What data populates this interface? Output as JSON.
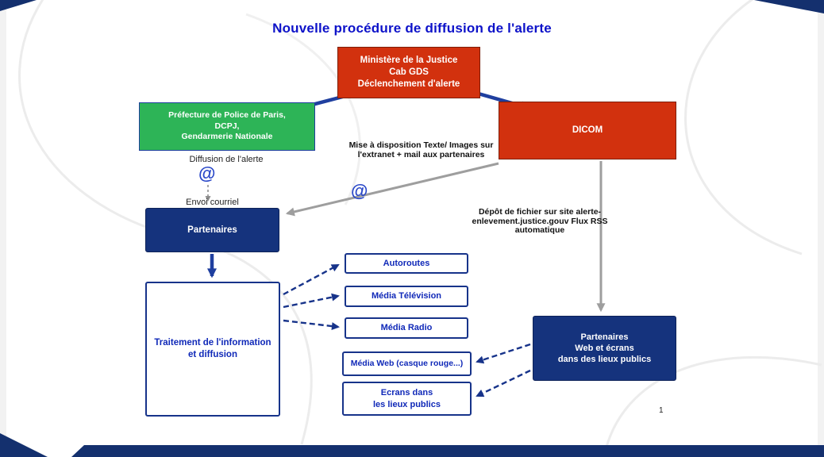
{
  "title": "Nouvelle procédure de diffusion de l'alerte",
  "page_number": "1",
  "nodes": {
    "ministere": {
      "lines": [
        "Ministère de la Justice",
        "Cab GDS",
        "Déclenchement d'alerte"
      ]
    },
    "prefecture": {
      "lines": [
        "Préfecture de Police de Paris,",
        "DCPJ,",
        "Gendarmerie Nationale"
      ]
    },
    "dicom": {
      "label": "DICOM"
    },
    "partenaires": {
      "label": "Partenaires"
    },
    "traitement": {
      "lines": [
        "Traitement de l'information",
        "et diffusion"
      ]
    },
    "autoroutes": {
      "label": "Autoroutes"
    },
    "media_tv": {
      "label": "Média Télévision"
    },
    "media_radio": {
      "label": "Média Radio"
    },
    "media_web": {
      "label": "Média Web (casque rouge...)"
    },
    "ecrans": {
      "lines": [
        "Ecrans dans",
        "les lieux publics"
      ]
    },
    "partenaires_web": {
      "lines": [
        "Partenaires",
        "Web et écrans",
        "dans des lieux publics"
      ]
    }
  },
  "annotations": {
    "diffusion_alerte": "Diffusion de l'alerte",
    "envoi_courriel": "Envoi courriel",
    "at_sign": "@",
    "mise_a_disposition": {
      "lines": [
        "Mise à disposition",
        "Texte/ Images sur l'extranet",
        "+ mail aux partenaires"
      ]
    },
    "depot_fichier": {
      "lines": [
        "Dépôt de fichier sur site",
        "alerte-enlevement.justice.gouv",
        "Flux RSS automatique"
      ]
    }
  },
  "colors": {
    "title_blue": "#0d12c9",
    "box_red": "#d2310e",
    "box_green": "#2db457",
    "box_navy": "#15337d",
    "outline_blue": "#17338a",
    "arrow_blue": "#1f3f9f",
    "arrow_gray": "#9e9e9e",
    "at_blue": "#2947c8"
  }
}
